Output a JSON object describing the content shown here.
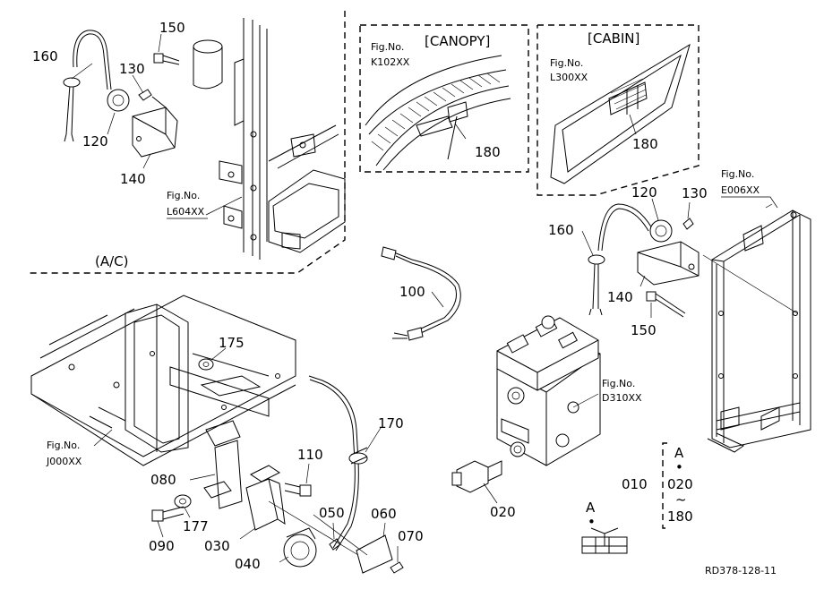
{
  "sections": {
    "ac": "(A/C)",
    "canopy": "[CANOPY]",
    "cabin": "[CABIN]"
  },
  "fig_refs": {
    "l604": {
      "label": "Fig.No.",
      "code": "L604XX"
    },
    "k102": {
      "label": "Fig.No.",
      "code": "K102XX"
    },
    "l300": {
      "label": "Fig.No.",
      "code": "L300XX"
    },
    "e006": {
      "label": "Fig.No.",
      "code": "E006XX"
    },
    "d310": {
      "label": "Fig.No.",
      "code": "D310XX"
    },
    "j000": {
      "label": "Fig.No.",
      "code": "J000XX"
    }
  },
  "parts": {
    "ac_160": "160",
    "ac_150": "150",
    "ac_130": "130",
    "ac_120": "120",
    "ac_140": "140",
    "canopy_180": "180",
    "cabin_180": "180",
    "r_120": "120",
    "r_130": "130",
    "r_160": "160",
    "r_140": "140",
    "r_150": "150",
    "p_100": "100",
    "p_175": "175",
    "p_170": "170",
    "p_110": "110",
    "p_080": "080",
    "p_177": "177",
    "p_090": "090",
    "p_030": "030",
    "p_040": "040",
    "p_050": "050",
    "p_060": "060",
    "p_070": "070",
    "p_020": "020"
  },
  "legend": {
    "top": "A",
    "dot": "•",
    "sub": "020",
    "tilde": "~",
    "end": "180",
    "item": "010"
  },
  "view_marker": {
    "letter": "A",
    "dot": "•"
  },
  "drawing_ref": "RD378-128-11"
}
